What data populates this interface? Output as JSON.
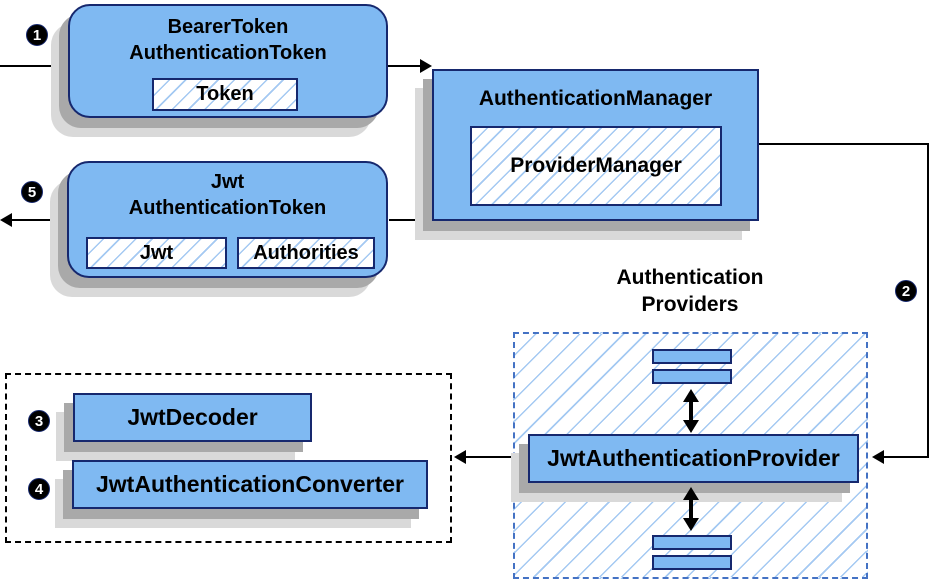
{
  "colors": {
    "node_fill": "#7fb9f2",
    "node_border": "#16286e",
    "hatch_line": "#a4c9f2",
    "container_border_blue": "#4472c4",
    "line_black": "#000000",
    "shadow_dark": "#a9a9a9",
    "shadow_light": "#d9d9d9"
  },
  "steps": {
    "s1": "1",
    "s2": "2",
    "s3": "3",
    "s4": "4",
    "s5": "5"
  },
  "bearer_token_node": {
    "line1": "BearerToken",
    "line2": "AuthenticationToken",
    "token_field": "Token"
  },
  "auth_manager_node": {
    "title": "AuthenticationManager",
    "provider_manager_field": "ProviderManager"
  },
  "jwt_token_node": {
    "line1": "Jwt",
    "line2": "AuthenticationToken",
    "jwt_field": "Jwt",
    "authorities_field": "Authorities"
  },
  "providers_group": {
    "label_line1": "Authentication",
    "label_line2": "Providers",
    "provider_box": "JwtAuthenticationProvider"
  },
  "decoder_group": {
    "decoder_box": "JwtDecoder",
    "converter_box": "JwtAuthenticationConverter"
  }
}
